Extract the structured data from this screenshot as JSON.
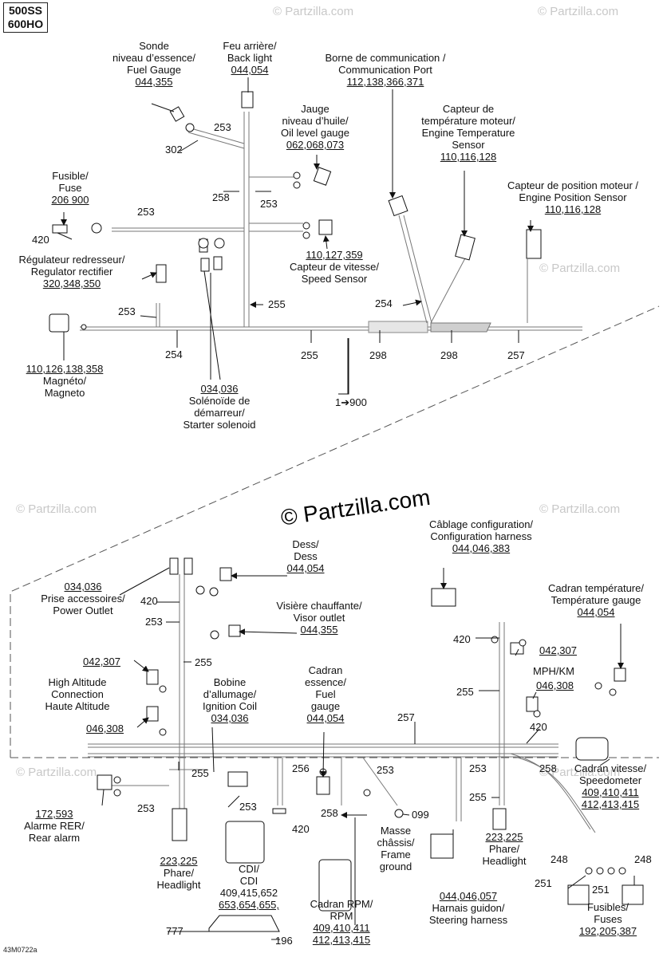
{
  "model": [
    "500SS",
    "600HO"
  ],
  "figure_code": "43M0722a",
  "watermark": "© Partzilla.com",
  "watermark_center": "© Partzilla.com",
  "top_section": {
    "fuel_gauge": {
      "fr": "Sonde",
      "fr2": "niveau d’essence/",
      "en": "Fuel Gauge",
      "refs": "044,355"
    },
    "back_light": {
      "fr": "Feu arrière/",
      "en": "Back light",
      "refs": "044,054"
    },
    "comm_port": {
      "fr": "Borne de communication /",
      "en": "Communication Port",
      "refs": "112,138,366,371"
    },
    "oil_level": {
      "fr": "Jauge",
      "fr2": "niveau d’huile/",
      "en": "Oil level gauge",
      "refs": "062,068,073"
    },
    "engine_temp": {
      "fr": "Capteur de",
      "fr2": "température moteur/",
      "en": "Engine Temperature",
      "en2": "Sensor",
      "refs": "110,116,128"
    },
    "engine_pos": {
      "fr": "Capteur de position moteur /",
      "en": "Engine Position Sensor",
      "refs": "110,116,128"
    },
    "fuse": {
      "fr": "Fusible/",
      "en": "Fuse",
      "refs": "206 900"
    },
    "regulator": {
      "fr": "Régulateur redresseur/",
      "en": "Regulator rectifier",
      "refs": "320,348,350"
    },
    "speed_sensor": {
      "refs": "110,127,359",
      "fr": "Capteur de vitesse/",
      "en": "Speed Sensor"
    },
    "magneto": {
      "refs": "110,126,138,358",
      "fr": "Magnéto/",
      "en": "Magneto"
    },
    "starter": {
      "refs": "034,036",
      "fr": "Solénoïde de",
      "fr2": "démarreur/",
      "en": "Starter solenoid"
    },
    "arrow_ref": "1➔900",
    "callouts": {
      "c302": "302",
      "c253a": "253",
      "c258": "258",
      "c253b": "253",
      "c253c": "253",
      "c420": "420",
      "c253d": "253",
      "c255a": "255",
      "c254a": "254",
      "c254b": "254",
      "c255b": "255",
      "c298a": "298",
      "c298b": "298",
      "c257": "257"
    }
  },
  "bottom_section": {
    "power_outlet": {
      "refs": "034,036",
      "fr": "Prise accessoires/",
      "en": "Power Outlet"
    },
    "dess": {
      "fr": "Dess/",
      "en": "Dess",
      "refs": "044,054"
    },
    "visor": {
      "fr": "Visière chauffante/",
      "en": "Visor outlet",
      "refs": "044,355"
    },
    "config_harness": {
      "fr": "Câblage configuration/",
      "en": "Configuration harness",
      "refs": "044,046,383"
    },
    "temp_gauge": {
      "fr": "Cadran température/",
      "en": "Température gauge",
      "refs": "044,054"
    },
    "high_alt": {
      "refs": "042,307",
      "l1": "High Altitude",
      "l2": "Connection",
      "l3": "Haute Altitude",
      "refs2": "046,308"
    },
    "ignition_coil": {
      "fr": "Bobine",
      "fr2": "d’allumage/",
      "en": "Ignition Coil",
      "refs": "034,036"
    },
    "fuel_gauge": {
      "l1": "Cadran",
      "l2": "essence/",
      "l3": "Fuel",
      "l4": "gauge",
      "refs": "044,054"
    },
    "mph": {
      "refs_a": "042,307",
      "label": "MPH/KM",
      "refs_b": "046,308"
    },
    "speedometer": {
      "fr": "Cadran vitesse/",
      "en": "Speedometer",
      "refs": "409,410,411",
      "refs2": "412,413,415"
    },
    "rear_alarm": {
      "refs": "172,593",
      "fr": "Alarme RER/",
      "en": "Rear alarm"
    },
    "headlight_l": {
      "refs": "223,225",
      "fr": "Phare/",
      "en": "Headlight"
    },
    "cdi": {
      "fr": "CDI/",
      "en": "CDI",
      "refs": "409,415,652",
      "refs2": "653,654,655,"
    },
    "rpm": {
      "fr": "Cadran RPM/",
      "en": "RPM",
      "refs": "409,410,411",
      "refs2": "412,413,415"
    },
    "frame_ground": {
      "ref": "099",
      "l1": "Masse",
      "l2": "châssis/",
      "l3": "Frame",
      "l4": "ground"
    },
    "headlight_r": {
      "refs": "223,225",
      "fr": "Phare/",
      "en": "Headlight"
    },
    "steering": {
      "refs": "044,046,057",
      "fr": "Harnais guidon/",
      "en": "Steering harness"
    },
    "fuses": {
      "fr": "Fusibles/",
      "en": "Fuses",
      "refs": "192,205,387",
      "c248a": "248",
      "c248b": "248",
      "c251a": "251",
      "c251b": "251"
    },
    "callouts": {
      "c420a": "420",
      "c253a": "253",
      "c255a": "255",
      "c257": "257",
      "c420b": "420",
      "c255b": "255",
      "c420c": "420",
      "c255c": "255",
      "c253b": "253",
      "c256": "256",
      "c253c": "253",
      "c253d": "253",
      "c258a": "258",
      "c258b": "258",
      "c253e": "253",
      "c255d": "255",
      "c420d": "420",
      "c777": "777",
      "c196": "196"
    }
  }
}
